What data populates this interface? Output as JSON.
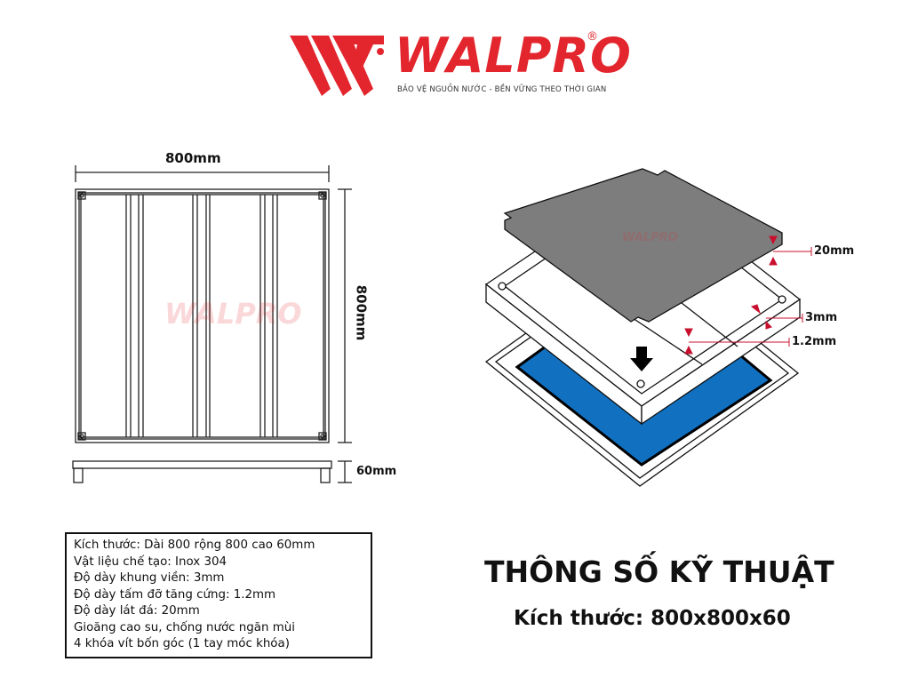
{
  "brand": {
    "name": "WALPRO",
    "registered": "®",
    "tagline": "BẢO VỆ NGUỒN NƯỚC - BỀN VỮNG THEO THỜI GIAN",
    "color": "#e3262e"
  },
  "drawing_2d": {
    "width_label": "800mm",
    "length_label": "800mm",
    "height_label": "60mm"
  },
  "drawing_3d": {
    "tile_thickness_label": "20mm",
    "frame_thickness_label": "3mm",
    "support_plate_label": "1.2mm",
    "gasket_color": "#1170c0",
    "tile_color": "#7d7d7d"
  },
  "specs": [
    "Kích thước: Dài 800 rộng 800 cao 60mm",
    "Vật liệu chế tạo: Inox 304",
    "Độ dày khung viền: 3mm",
    "Độ dày tấm đỡ tăng cứng: 1.2mm",
    "Độ dày lát đá: 20mm",
    "Gioăng cao su, chống nước ngăn mùi",
    "4 khóa vít bốn góc (1 tay móc khóa)"
  ],
  "title": "THÔNG SỐ KỸ THUẬT",
  "subtitle": "Kích thước: 800x800x60"
}
